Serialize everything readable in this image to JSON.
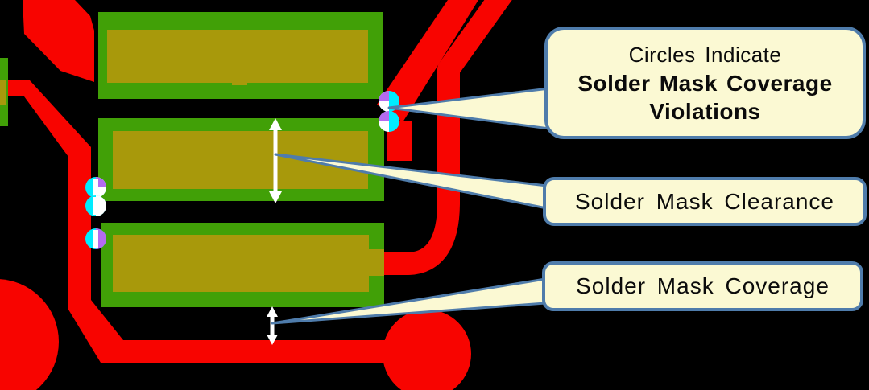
{
  "callouts": {
    "violations": {
      "line1": "Circles Indicate",
      "line2": "Solder Mask Coverage",
      "line3": "Violations"
    },
    "clearance": {
      "label": "Solder Mask Clearance"
    },
    "coverage": {
      "label": "Solder Mask Coverage"
    }
  },
  "markers": {
    "right_pair_meaning": "solder-mask-coverage-violation-marker",
    "left_trio_meaning": "solder-mask-coverage-violation-marker"
  },
  "colors": {
    "background": "#000000",
    "trace_red": "#f80400",
    "mask_green": "#41a007",
    "copper_olive": "#a8990b",
    "marker_cyan": "#00ecff",
    "marker_purple": "#b46bf0",
    "marker_white": "#ffffff",
    "arrow_white": "#ffffff",
    "callout_fill": "#fbf9d3",
    "callout_border": "#4f7cab",
    "callout_text": "#0b0b0b"
  }
}
